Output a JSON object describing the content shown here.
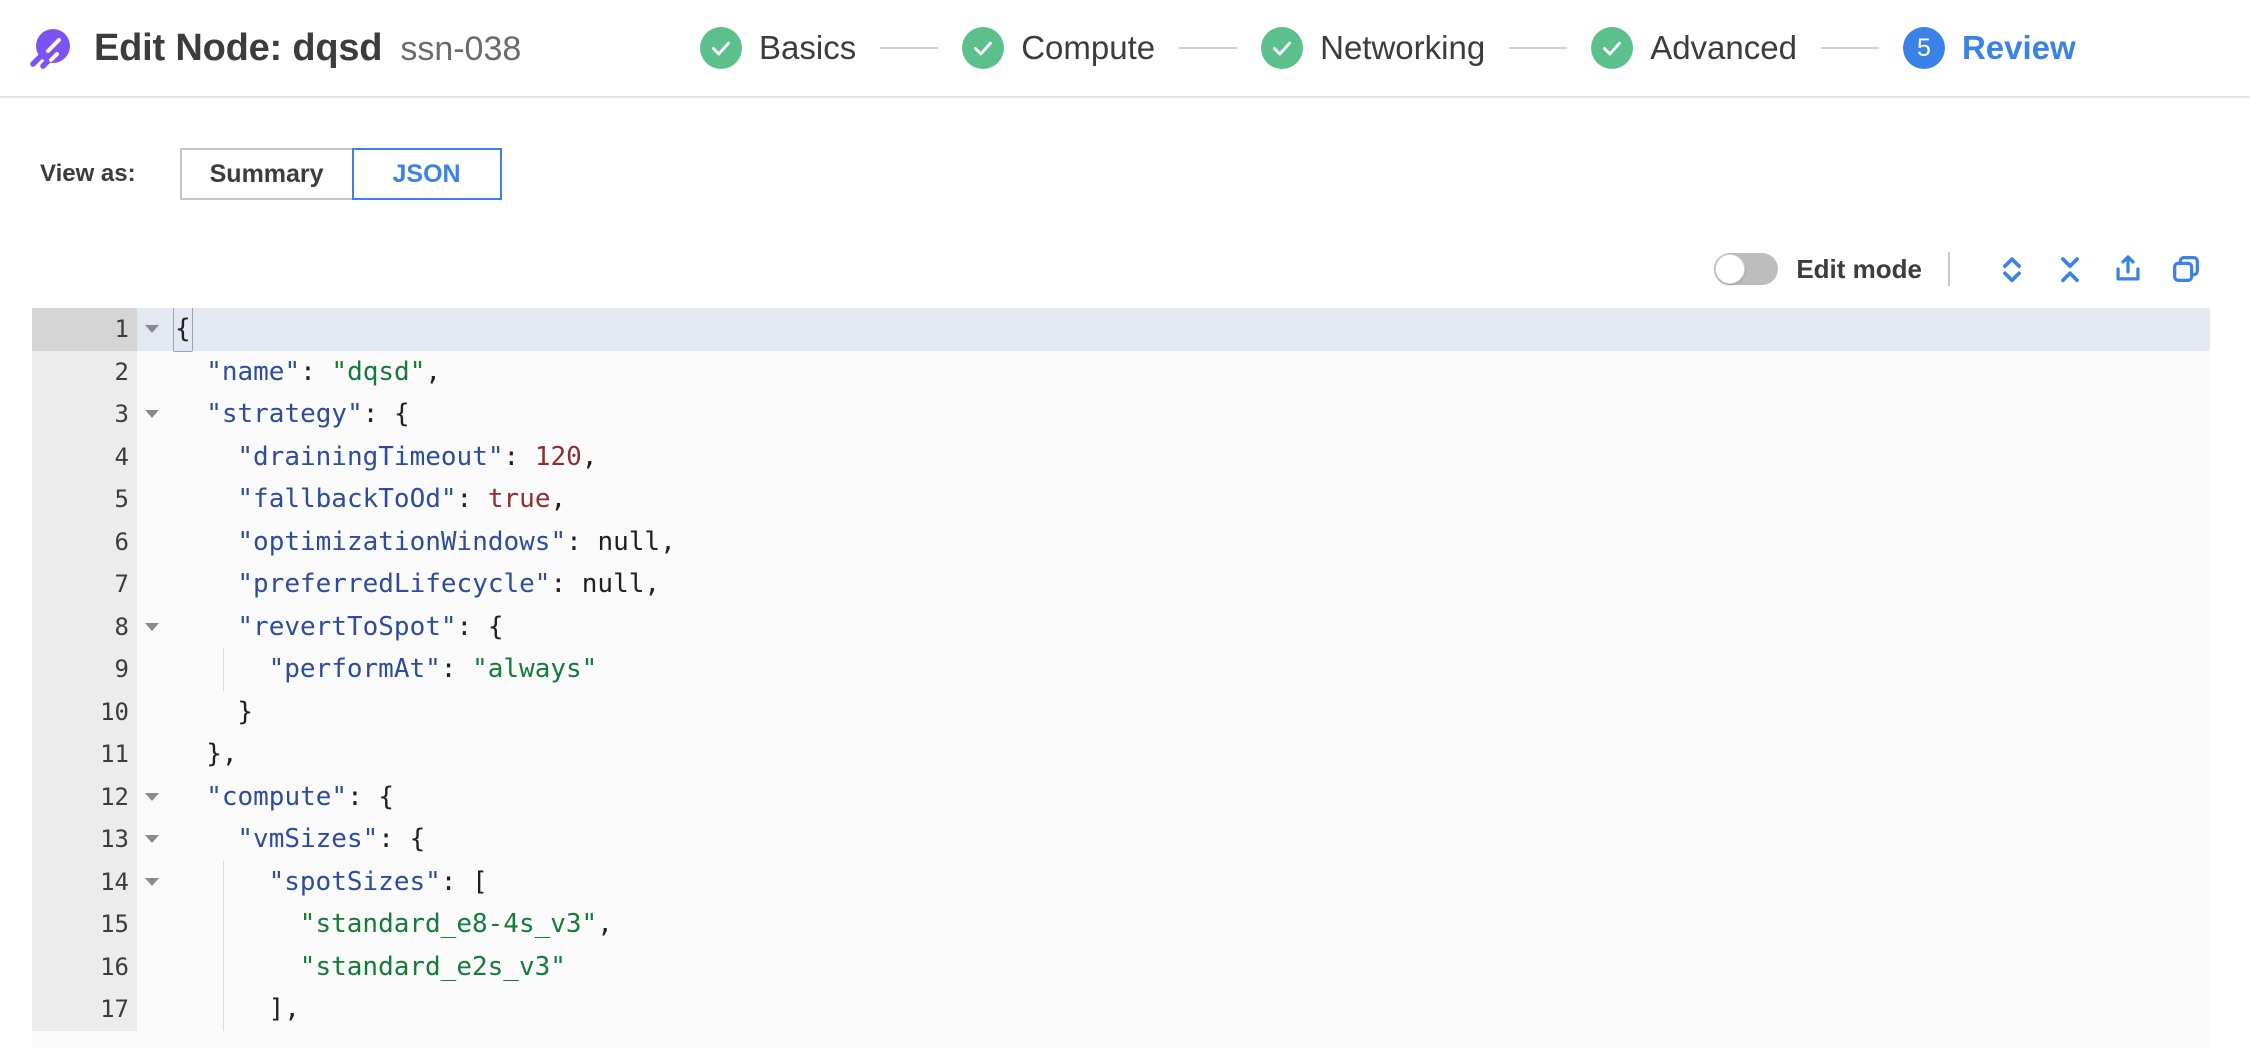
{
  "header": {
    "logo_name": "spot-logo-icon",
    "title": "Edit Node: dqsd",
    "subtitle": "ssn-038",
    "accent_blue": "#3b82e8",
    "done_green": "#5cc08d",
    "logo_purple": "#7c52f5",
    "steps": [
      {
        "label": "Basics",
        "state": "done",
        "number": "1"
      },
      {
        "label": "Compute",
        "state": "done",
        "number": "2"
      },
      {
        "label": "Networking",
        "state": "done",
        "number": "3"
      },
      {
        "label": "Advanced",
        "state": "done",
        "number": "4"
      },
      {
        "label": "Review",
        "state": "active",
        "number": "5"
      }
    ]
  },
  "view_as": {
    "label": "View as:",
    "options": [
      {
        "label": "Summary",
        "selected": false
      },
      {
        "label": "JSON",
        "selected": true
      }
    ]
  },
  "editor_toolbar": {
    "edit_mode_label": "Edit mode",
    "edit_mode_on": false,
    "icons": [
      {
        "name": "expand-all-icon"
      },
      {
        "name": "collapse-all-icon"
      },
      {
        "name": "share-export-icon"
      },
      {
        "name": "copy-icon"
      }
    ]
  },
  "json_editor": {
    "active_line": 1,
    "lines": [
      {
        "no": "1",
        "fold": true,
        "indent": 0,
        "guides": 0,
        "tokens": [
          {
            "t": "{",
            "c": "p",
            "cursor": true
          }
        ]
      },
      {
        "no": "2",
        "fold": false,
        "indent": 1,
        "guides": 0,
        "tokens": [
          {
            "t": "\"name\"",
            "c": "k"
          },
          {
            "t": ": ",
            "c": "p"
          },
          {
            "t": "\"dqsd\"",
            "c": "s"
          },
          {
            "t": ",",
            "c": "p"
          }
        ]
      },
      {
        "no": "3",
        "fold": true,
        "indent": 1,
        "guides": 0,
        "tokens": [
          {
            "t": "\"strategy\"",
            "c": "k"
          },
          {
            "t": ": {",
            "c": "p"
          }
        ]
      },
      {
        "no": "4",
        "fold": false,
        "indent": 2,
        "guides": 0,
        "tokens": [
          {
            "t": "\"drainingTimeout\"",
            "c": "k"
          },
          {
            "t": ": ",
            "c": "p"
          },
          {
            "t": "120",
            "c": "n"
          },
          {
            "t": ",",
            "c": "p"
          }
        ]
      },
      {
        "no": "5",
        "fold": false,
        "indent": 2,
        "guides": 0,
        "tokens": [
          {
            "t": "\"fallbackToOd\"",
            "c": "k"
          },
          {
            "t": ": ",
            "c": "p"
          },
          {
            "t": "true",
            "c": "b"
          },
          {
            "t": ",",
            "c": "p"
          }
        ]
      },
      {
        "no": "6",
        "fold": false,
        "indent": 2,
        "guides": 0,
        "tokens": [
          {
            "t": "\"optimizationWindows\"",
            "c": "k"
          },
          {
            "t": ": ",
            "c": "p"
          },
          {
            "t": "null",
            "c": "nl"
          },
          {
            "t": ",",
            "c": "p"
          }
        ]
      },
      {
        "no": "7",
        "fold": false,
        "indent": 2,
        "guides": 0,
        "tokens": [
          {
            "t": "\"preferredLifecycle\"",
            "c": "k"
          },
          {
            "t": ": ",
            "c": "p"
          },
          {
            "t": "null",
            "c": "nl"
          },
          {
            "t": ",",
            "c": "p"
          }
        ]
      },
      {
        "no": "8",
        "fold": true,
        "indent": 2,
        "guides": 0,
        "tokens": [
          {
            "t": "\"revertToSpot\"",
            "c": "k"
          },
          {
            "t": ": {",
            "c": "p"
          }
        ]
      },
      {
        "no": "9",
        "fold": false,
        "indent": 3,
        "guides": 1,
        "tokens": [
          {
            "t": "\"performAt\"",
            "c": "k"
          },
          {
            "t": ": ",
            "c": "p"
          },
          {
            "t": "\"always\"",
            "c": "s"
          }
        ]
      },
      {
        "no": "10",
        "fold": false,
        "indent": 2,
        "guides": 0,
        "tokens": [
          {
            "t": "}",
            "c": "p"
          }
        ]
      },
      {
        "no": "11",
        "fold": false,
        "indent": 1,
        "guides": 0,
        "tokens": [
          {
            "t": "},",
            "c": "p"
          }
        ]
      },
      {
        "no": "12",
        "fold": true,
        "indent": 1,
        "guides": 0,
        "tokens": [
          {
            "t": "\"compute\"",
            "c": "k"
          },
          {
            "t": ": {",
            "c": "p"
          }
        ]
      },
      {
        "no": "13",
        "fold": true,
        "indent": 2,
        "guides": 0,
        "tokens": [
          {
            "t": "\"vmSizes\"",
            "c": "k"
          },
          {
            "t": ": {",
            "c": "p"
          }
        ]
      },
      {
        "no": "14",
        "fold": true,
        "indent": 3,
        "guides": 1,
        "tokens": [
          {
            "t": "\"spotSizes\"",
            "c": "k"
          },
          {
            "t": ": [",
            "c": "p"
          }
        ]
      },
      {
        "no": "15",
        "fold": false,
        "indent": 4,
        "guides": 1,
        "tokens": [
          {
            "t": "\"standard_e8-4s_v3\"",
            "c": "s"
          },
          {
            "t": ",",
            "c": "p"
          }
        ]
      },
      {
        "no": "16",
        "fold": false,
        "indent": 4,
        "guides": 1,
        "tokens": [
          {
            "t": "\"standard_e2s_v3\"",
            "c": "s"
          }
        ]
      },
      {
        "no": "17",
        "fold": false,
        "indent": 3,
        "guides": 1,
        "tokens": [
          {
            "t": "],",
            "c": "p"
          }
        ]
      }
    ]
  }
}
